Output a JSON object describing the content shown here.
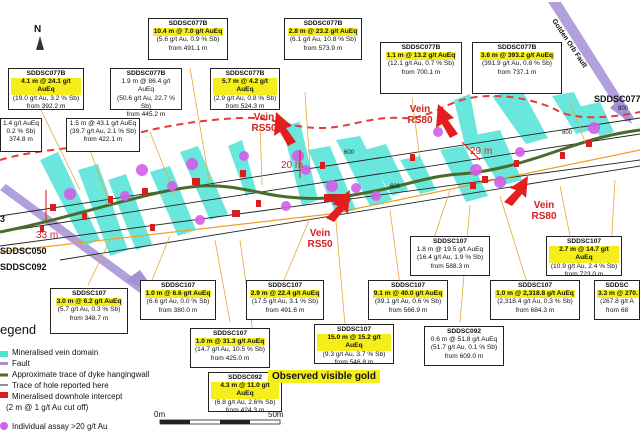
{
  "colors": {
    "vein": "#4fe3d8",
    "fault": "#a58fd6",
    "dyke": "#e23b3b",
    "trace": "#4b6b2b",
    "intercept": "#d61f1f",
    "assay": "#d35ee8",
    "highlight": "#f5ee1a"
  },
  "labels": {
    "vein_rs50_upper": "Vein RS50",
    "vein_rs80_upper": "Vein RS80",
    "vein_rs50_lower": "Vein RS50",
    "vein_rs80_lower": "Vein RS80",
    "golden_orb": "Golden Orb Fault",
    "m20": "20 m",
    "m29": "29 m",
    "m33": "33 m",
    "t600a": "600",
    "t600b": "600",
    "t800a": "800",
    "t800b": "800",
    "north": "N",
    "visible_gold": "Observed visible gold"
  },
  "holes": {
    "sddsc050": "SDDSC050",
    "sddsc092": "SDDSC092",
    "sddsc077": "SDDSC077",
    "left_cut": "3"
  },
  "scale": {
    "zero": "0m",
    "fifty": "50m"
  },
  "legend": {
    "title": "egend",
    "items": [
      "Mineralised vein domain",
      "Fault",
      "Approximate trace of dyke hangingwall",
      "Trace of hole reported here",
      "Mineralised downhole intercept",
      "(2 m @ 1 g/t Au cut off)",
      "Individual assay >20 g/t Au"
    ]
  },
  "callouts": [
    {
      "h": "",
      "hl": "",
      "lines": [
        "1.4 g/t AuEq",
        "0.2 % Sb)",
        "374.8 m"
      ]
    },
    {
      "h": "SDDSC077B",
      "hl": "4.1 m @ 24.1 g/t AuEq",
      "lines": [
        "(19.0 g/t Au, 3.2 % Sb)",
        "from 392.2 m"
      ]
    },
    {
      "h": "",
      "hl": "",
      "lines": [
        "1.5 m @ 43.1 g/t AuEq",
        "(39.7 g/t Au, 2.1 % Sb)",
        "from 422.1 m"
      ]
    },
    {
      "h": "SDDSC077B",
      "hl": "",
      "lines": [
        "1.9 m @ 86.4 g/t AuEq",
        "(50.6 g/t Au, 22.7 % Sb)",
        "from 445.2 m"
      ]
    },
    {
      "h": "SDDSC077B",
      "hl": "10.4 m @ 7.0 g/t AuEq",
      "lines": [
        "(5.6 g/t Au, 0.9 % Sb)",
        "from 491.1 m"
      ]
    },
    {
      "h": "SDDSC077B",
      "hl": "5.7 m @ 4.2 g/t AuEq",
      "lines": [
        "(2.9 g/t Au, 0.8 % Sb)",
        "from 524.3 m"
      ]
    },
    {
      "h": "SDDSC077B",
      "hl": "2.8 m @ 23.2 g/t AuEq",
      "lines": [
        "(6.1 g/t Au, 10.8 % Sb)",
        "from 573.9 m"
      ]
    },
    {
      "h": "SDDSC077B",
      "hl": "1.1 m @ 13.2 g/t AuEq",
      "lines": [
        "(12.1 g/t Au, 0.7 % Sb)",
        "from 700.1 m"
      ]
    },
    {
      "h": "SDDSC077B",
      "hl": "3.6 m @ 393.2 g/t AuEq",
      "lines": [
        "(391.9 g/t Au, 0.8 % Sb)",
        "from 737.1 m"
      ]
    },
    {
      "h": "SDDSC107",
      "hl": "3.0 m @ 6.2 g/t AuEq",
      "lines": [
        "(5.7 g/t Au, 0.3 % Sb)",
        "from 348.7 m"
      ]
    },
    {
      "h": "SDDSC107",
      "hl": "1.0 m @ 6.6 g/t AuEq",
      "lines": [
        "(6.6 g/t Au, 0.0 % Sb)",
        "from 380.0 m"
      ]
    },
    {
      "h": "SDDSC107",
      "hl": "1.0 m @ 31.3 g/t AuEq",
      "lines": [
        "(14.7 g/t Au, 10.5 % Sb)",
        "from 425.0 m"
      ]
    },
    {
      "h": "SDDSC092",
      "hl": "4.3 m @ 11.0 g/t AuEq",
      "lines": [
        "(6.8 g/t Au, 2.6% Sb)",
        "from 424.3 m"
      ]
    },
    {
      "h": "SDDSC107",
      "hl": "2.9 m @ 22.4 g/t AuEq",
      "lines": [
        "(17.5 g/t Au, 3.1 % Sb)",
        "from 491.6 m"
      ]
    },
    {
      "h": "SDDSC107",
      "hl": "15.0 m @ 15.2 g/t AuEq",
      "lines": [
        "(9.3 g/t Au, 3.7 % Sb)",
        "from 546.8 m"
      ]
    },
    {
      "h": "SDDSC107",
      "hl": "9.1 m @ 40.0 g/t AuEq",
      "lines": [
        "(39.1 g/t Au, 0.6 % Sb)",
        "from 566.9 m"
      ]
    },
    {
      "h": "SDDSC107",
      "hl": "",
      "lines": [
        "1.8 m @ 19.5 g/t AuEq",
        "(16.4 g/t Au, 1.9 % Sb)",
        "from 588.3 m"
      ]
    },
    {
      "h": "SDDSC092",
      "hl": "",
      "lines": [
        "0.6 m @ 51.8 g/t AuEq",
        "(51.7 g/t Au, 0.1 % Sb)",
        "from 609.0 m"
      ]
    },
    {
      "h": "SDDSC107",
      "hl": "1.0 m @ 2,318.8 g/t AuEq",
      "lines": [
        "(2,318.4 g/t Au, 0.3 % Sb)",
        "from 684.3 m"
      ]
    },
    {
      "h": "SDDSC107",
      "hl": "2.7 m @ 14.7 g/t AuEq",
      "lines": [
        "(10.9 g/t Au, 2.4 % Sb)",
        "from 723.0 m"
      ]
    },
    {
      "h": "SDDSC",
      "hl": "3.3 m @ 270.",
      "lines": [
        "(267.8 g/t A",
        "from 68"
      ]
    }
  ]
}
